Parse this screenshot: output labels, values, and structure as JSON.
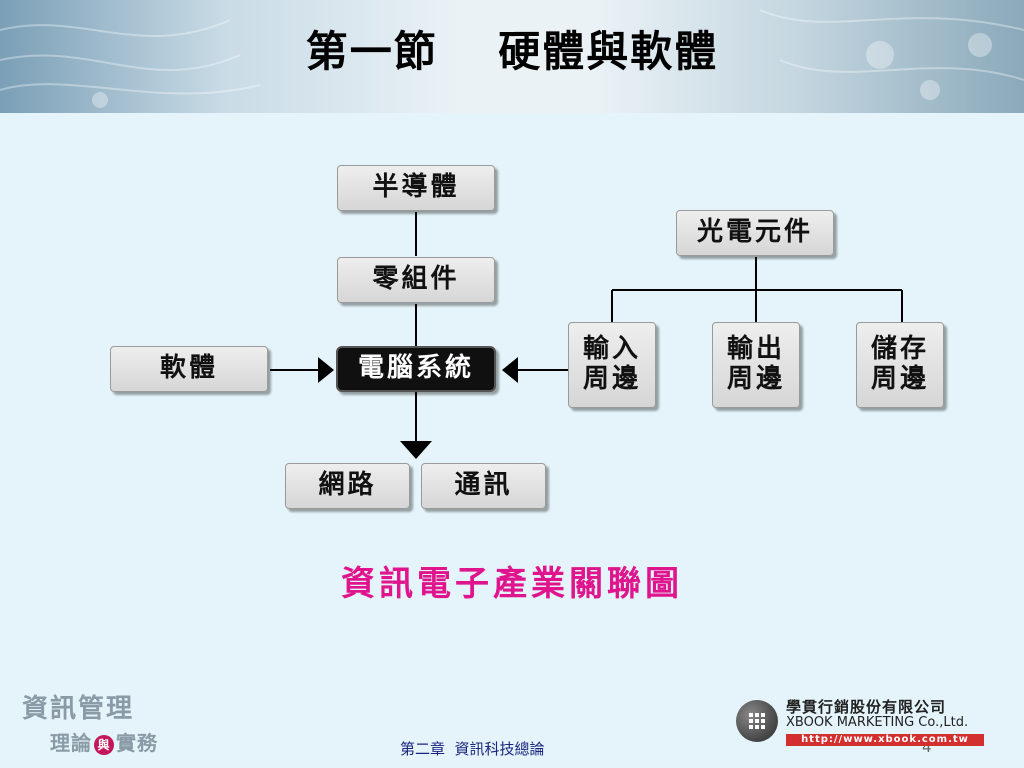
{
  "slide": {
    "title": "第一節　 硬體與軟體",
    "caption": "資訊電子產業關聯圖",
    "footer": "第二章  資訊科技總論",
    "page_number": "4"
  },
  "diagram": {
    "nodes": {
      "semiconductor": "半導體",
      "components": "零組件",
      "computer_system": "電腦系統",
      "software": "軟體",
      "network": "網路",
      "communication": "通訊",
      "optoelectronics": "光電元件",
      "input_peripheral": [
        "輸入",
        "周邊"
      ],
      "output_peripheral": [
        "輸出",
        "周邊"
      ],
      "storage_peripheral": [
        "儲存",
        "周邊"
      ]
    }
  },
  "branding": {
    "book_line1": "資訊管理",
    "book_line2_a": "理論",
    "book_line2_mid": "與",
    "book_line2_b": "實務",
    "publisher_name": "學貫行銷股份有限公司",
    "publisher_en": "XBOOK MARKETING Co.,Ltd.",
    "publisher_url": "http://www.xbook.com.tw"
  },
  "colors": {
    "caption": "#e0148c",
    "background": "#e4f4fa",
    "node_dark": "#101010"
  }
}
